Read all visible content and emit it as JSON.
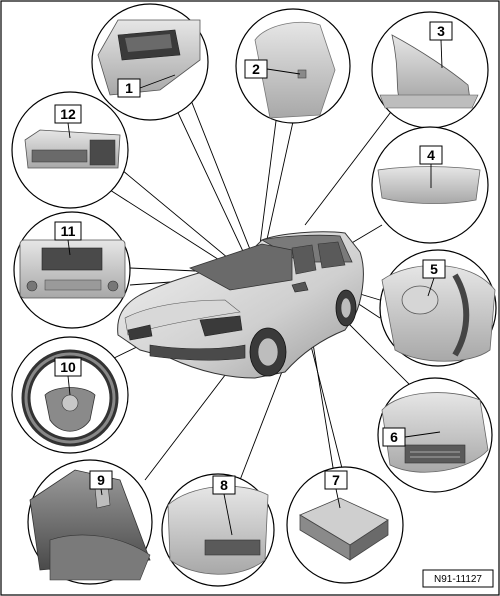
{
  "diagram": {
    "callouts": [
      {
        "id": "1",
        "label": "1"
      },
      {
        "id": "2",
        "label": "2"
      },
      {
        "id": "3",
        "label": "3"
      },
      {
        "id": "4",
        "label": "4"
      },
      {
        "id": "5",
        "label": "5"
      },
      {
        "id": "6",
        "label": "6"
      },
      {
        "id": "7",
        "label": "7"
      },
      {
        "id": "8",
        "label": "8"
      },
      {
        "id": "9",
        "label": "9"
      },
      {
        "id": "10",
        "label": "10"
      },
      {
        "id": "11",
        "label": "11"
      },
      {
        "id": "12",
        "label": "12"
      }
    ],
    "reference_code": "N91-11127"
  }
}
